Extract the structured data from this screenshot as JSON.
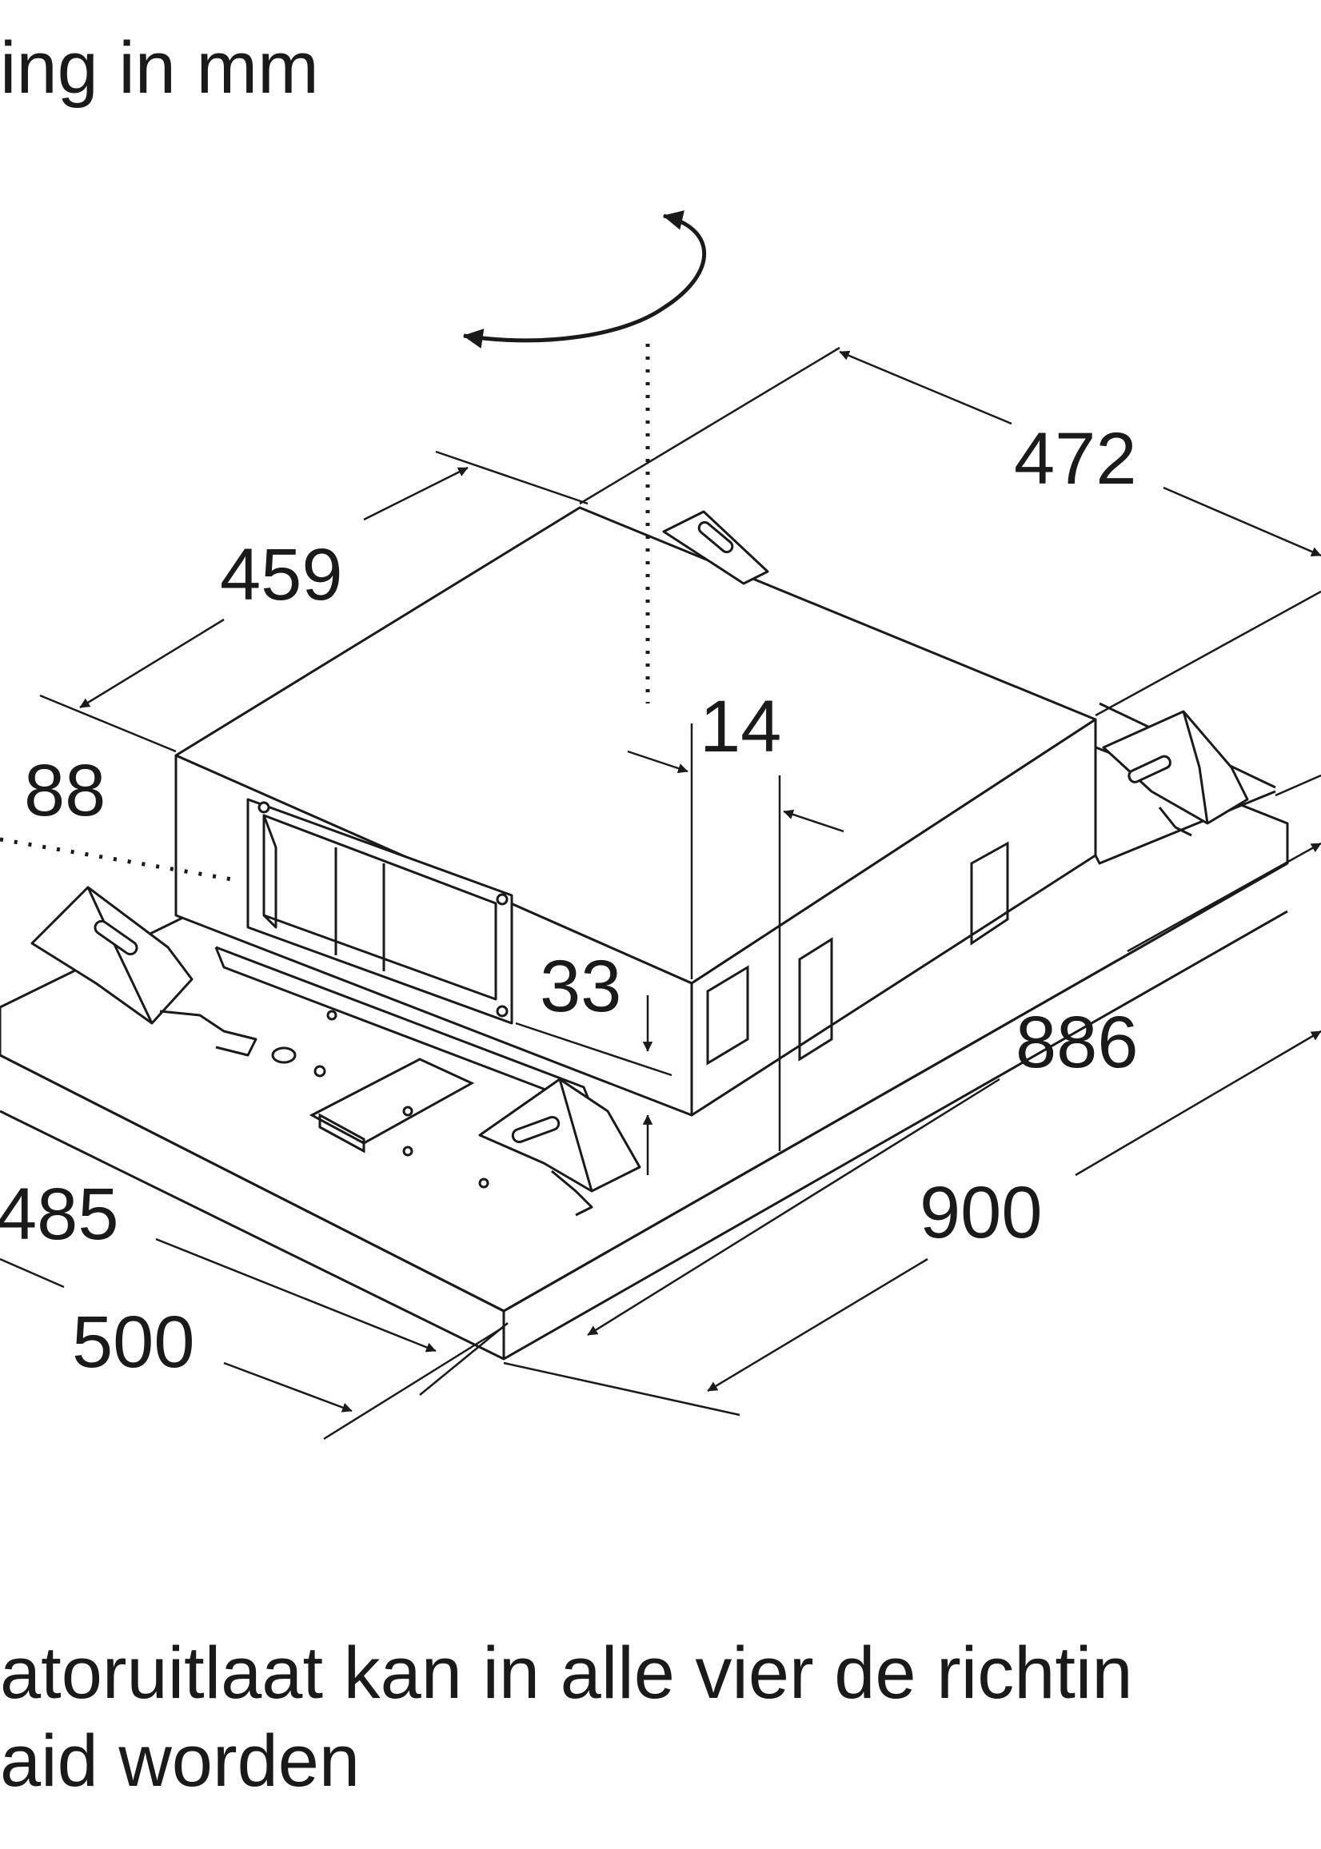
{
  "captions": {
    "top": "ing in mm",
    "bottom_line_1": "atoruitlaat kan in alle vier de richtin",
    "bottom_line_2": "aid worden"
  },
  "dimensions": {
    "d472": "472",
    "d459": "459",
    "d14": "14",
    "d88": "88",
    "d33": "33",
    "d886": "886",
    "d900": "900",
    "d485": "485",
    "d500": "500"
  },
  "colors": {
    "line": "#1a1a1a",
    "background": "#ffffff"
  }
}
